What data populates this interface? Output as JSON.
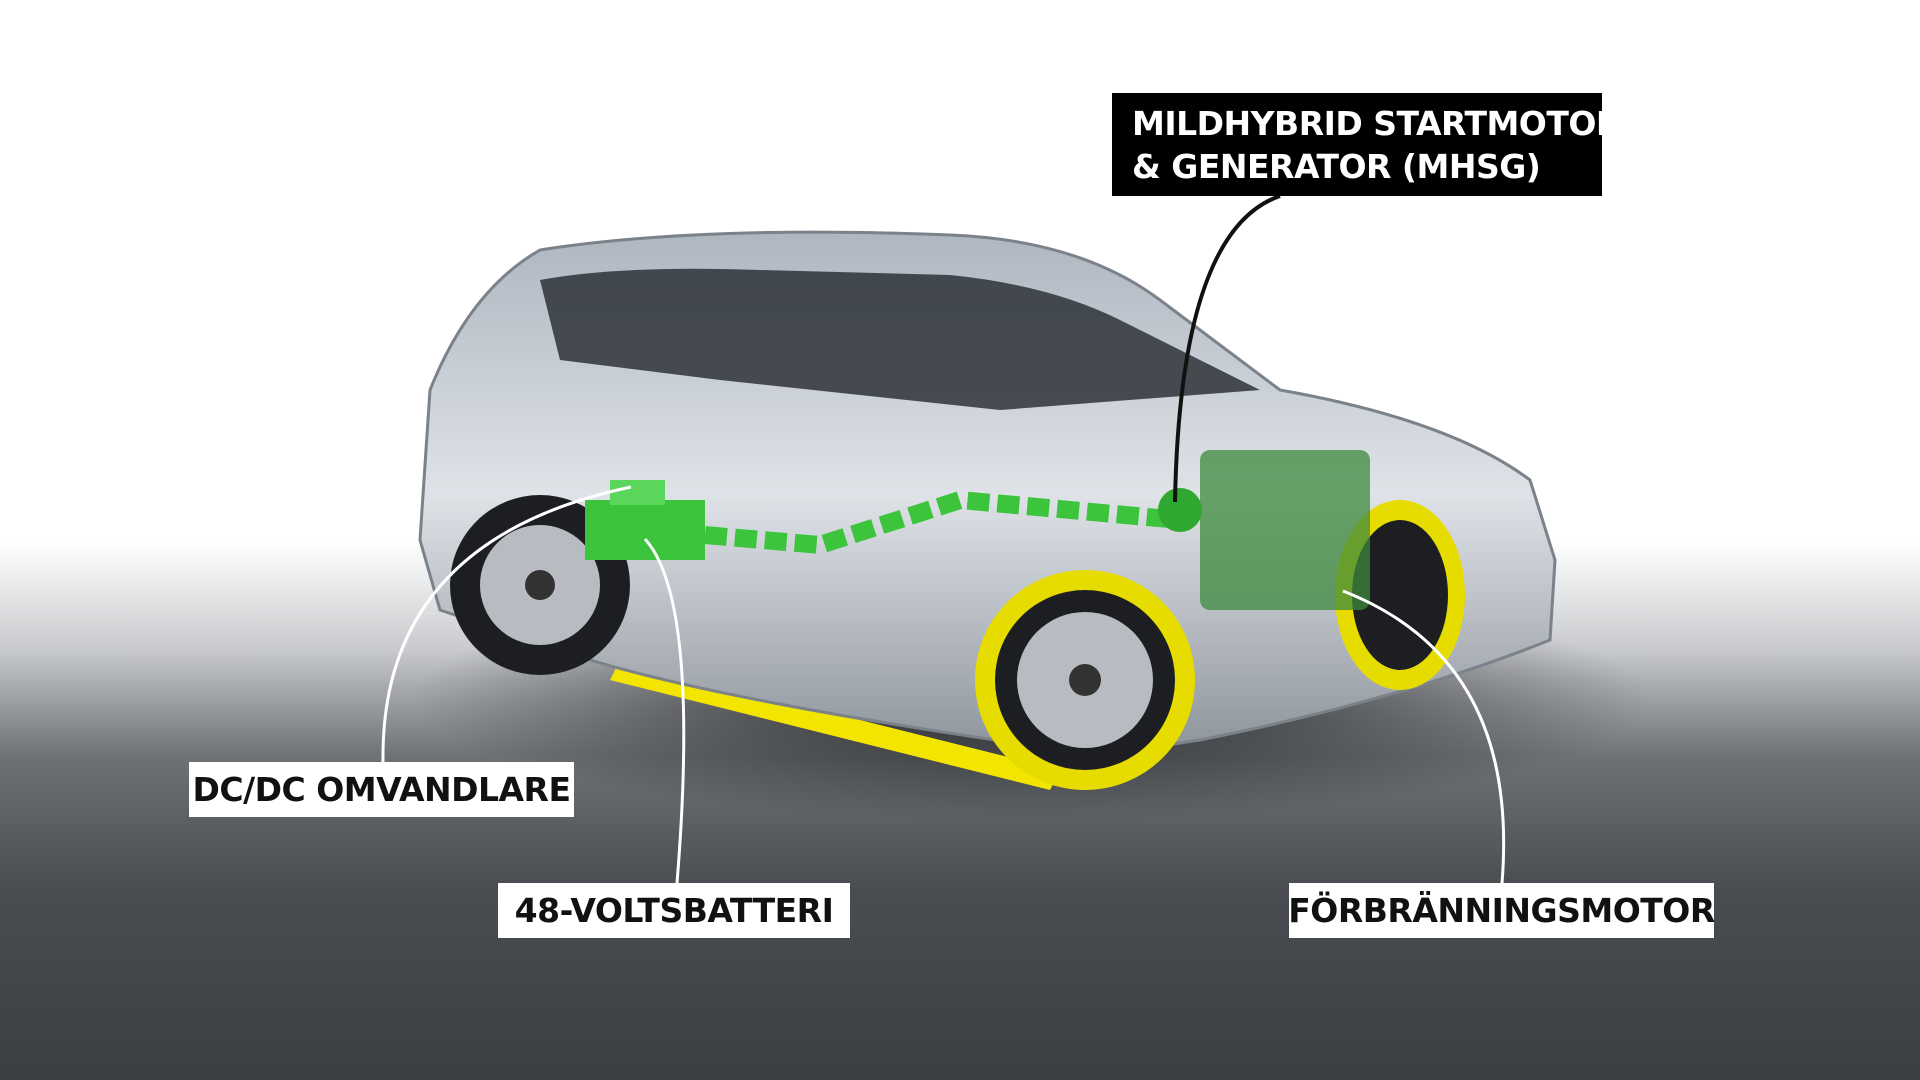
{
  "labels": {
    "mhsg": {
      "line1": "MILDHYBRID STARTMOTOR",
      "line2": "& GENERATOR (MHSG)"
    },
    "dcdc": "DC/DC OMVANDLARE",
    "battery": "48-VOLTSBATTERI",
    "engine": "FÖRBRÄNNINGSMOTOR"
  },
  "colors": {
    "electric_flow": "#3cc43c",
    "mechanical_flow": "#f2e600",
    "label_bg": "#ffffff",
    "mhsg_label_bg": "#000000"
  }
}
